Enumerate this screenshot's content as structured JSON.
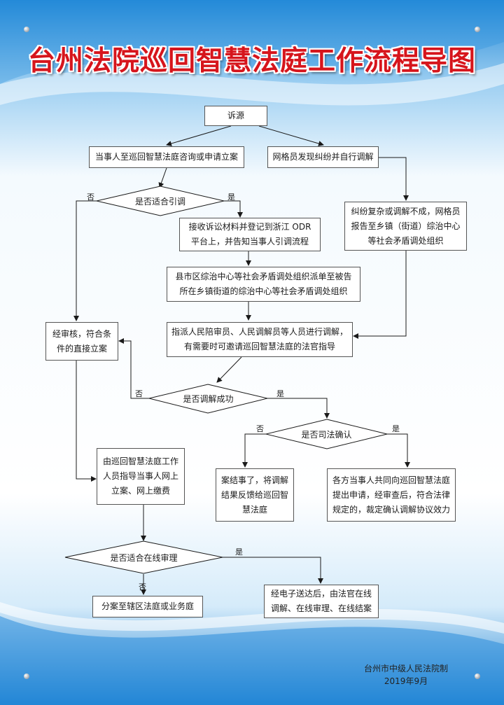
{
  "title": "台州法院巡回智慧法庭工作流程导图",
  "nodes": {
    "source": "诉源",
    "party_consult": "当事人至巡回智慧法庭咨询或申请立案",
    "grid_mediate": "网格员发现纠纷并自行调解",
    "q_suitable_guide": "是否适合引调",
    "receive_materials": "接收诉讼材料并登记到浙江 ODR 平台上，并告知当事人引调流程",
    "county_dispatch": "县市区综治中心等社会矛盾调处组织派单至被告所在乡镇街道的综治中心等社会矛盾调处组织",
    "grid_report": "纠纷复杂或调解不成，网格员报告至乡镇（街道）综治中心等社会矛盾调处组织",
    "assign_mediators": "指派人民陪审员、人民调解员等人员进行调解，有需要时可邀请巡回智慧法庭的法官指导",
    "review_file": "经审核，符合条件的直接立案",
    "q_mediation_success": "是否调解成功",
    "q_judicial_confirm": "是否司法确认",
    "case_closed": "案结事了，将调解结果反馈给巡回智慧法庭",
    "apply_confirm": "各方当事人共同向巡回智慧法庭提出申请，经审查后，符合法律规定的，裁定确认调解协议效力",
    "staff_guide": "由巡回智慧法庭工作人员指导当事人网上立案、网上缴费",
    "q_online_trial": "是否适合在线审理",
    "transfer_court": "分案至辖区法庭或业务庭",
    "online_trial": "经电子送达后，由法官在线调解、在线审理、在线结案"
  },
  "labels": {
    "yes": "是",
    "no": "否"
  },
  "footer": {
    "org": "台州市中级人民法院制",
    "date": "2019年9月"
  },
  "colors": {
    "title": "#d6151c",
    "line": "#1a1a1a",
    "box_border": "#555555"
  }
}
